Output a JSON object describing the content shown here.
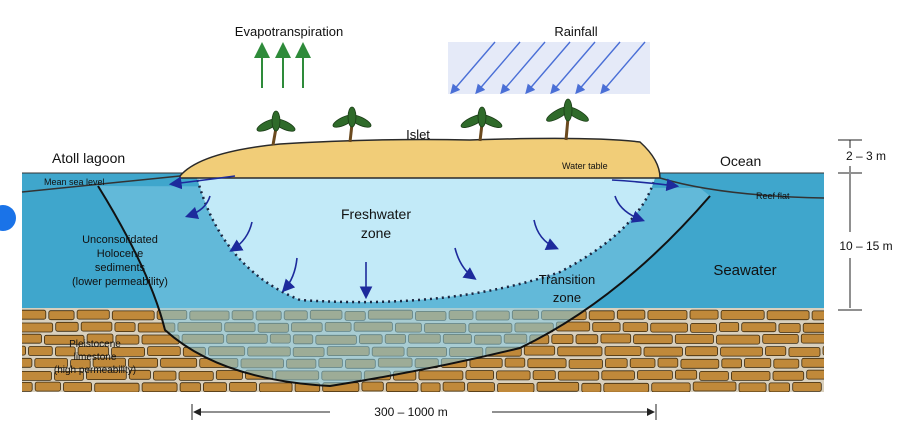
{
  "labels": {
    "evapotranspiration": "Evapotranspiration",
    "rainfall": "Rainfall",
    "islet": "Islet",
    "atoll_lagoon": "Atoll lagoon",
    "ocean": "Ocean",
    "mean_sea_level": "Mean sea level",
    "water_table": "Water table",
    "reef_flat": "Reef flat",
    "freshwater_zone": [
      "Freshwater",
      "zone"
    ],
    "unconsolidated": [
      "Unconsolidated",
      "Holocene",
      "sediments",
      "(lower permeability)"
    ],
    "transition_zone": [
      "Transition",
      "zone"
    ],
    "seawater": "Seawater",
    "pleistocene": [
      "Pleistocene",
      "limestone",
      "(high permeability)"
    ],
    "height_dim": "2 – 3 m",
    "depth_dim": "10 – 15 m",
    "width_dim": "300 – 1000 m"
  },
  "colors": {
    "seawater": "#3fa6cc",
    "freshwater": "#c2eaf8",
    "islet_sand": "#f1cd78",
    "limestone": "#c0893a",
    "limestone_edge": "#3a2a10",
    "arrow": "#1d2a9c",
    "evap_arrow": "#2e8b3a",
    "rain": "#4a6fd6"
  }
}
